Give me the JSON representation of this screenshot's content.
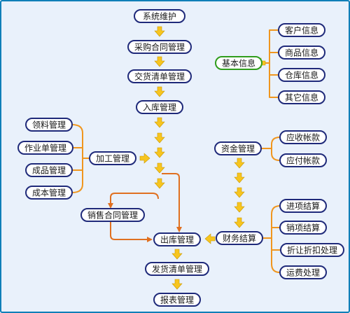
{
  "colors": {
    "background": "#e9f1fb",
    "frame": "#0f7fb8",
    "node_fill": "#ffffff",
    "node_border": "#1f2a7a",
    "node_border_highlight": "#2f9d1c",
    "bracket": "#f0961e",
    "connector": "#e07020",
    "flow_arrow": "#f7c51f",
    "flow_arrow_edge": "#c99800"
  },
  "nodes": {
    "maintenance": "系统维护",
    "purchase_contract": "采购合同管理",
    "delivery_list": "交货清单管理",
    "inbound": "入库管理",
    "basic_info": "基本信息",
    "customer_info": "客户信息",
    "product_info": "商品信息",
    "warehouse_info": "仓库信息",
    "other_info": "其它信息",
    "material_mgmt": "领料管理",
    "work_order": "作业单管理",
    "finished_goods": "成品管理",
    "cost_mgmt": "成本管理",
    "processing": "加工管理",
    "funds": "资金管理",
    "receivables": "应收帐款",
    "payables": "应付帐款",
    "sales_contract": "销售合同管理",
    "outbound": "出库管理",
    "finance_settlement": "财务结算",
    "purchase_settle": "进项结算",
    "sales_settle": "销项结算",
    "discount": "折让折扣处理",
    "freight": "运费处理",
    "shipping_list": "发货清单管理",
    "report": "报表管理"
  }
}
